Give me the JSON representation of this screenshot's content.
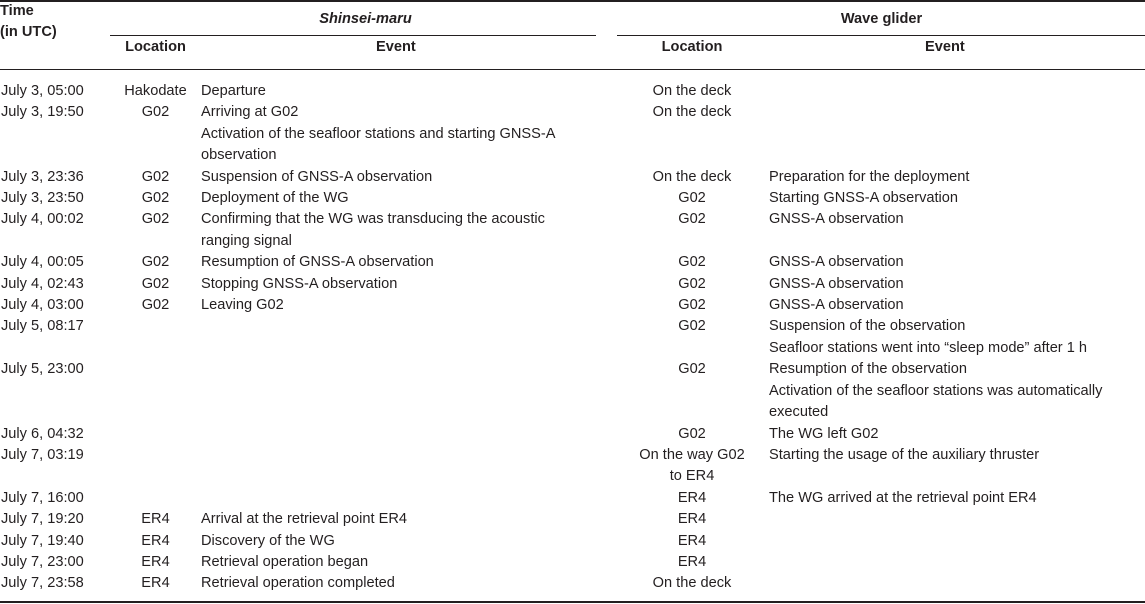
{
  "header": {
    "time": "Time",
    "time_unit": "(in UTC)",
    "ship": "Shinsei-maru",
    "wg": "Wave glider",
    "location": "Location",
    "event": "Event"
  },
  "rows": [
    {
      "time": "July 3, 05:00",
      "loc1": "Hakodate",
      "ev1": [
        "Departure"
      ],
      "loc2": [
        "On the deck"
      ],
      "ev2": []
    },
    {
      "time": "July 3, 19:50",
      "loc1": "G02",
      "ev1": [
        "Arriving at G02",
        "Activation of the seafloor stations and starting GNSS-A",
        "observation"
      ],
      "loc2": [
        "On the deck"
      ],
      "ev2": []
    },
    {
      "time": "July 3, 23:36",
      "loc1": "G02",
      "ev1": [
        "Suspension of GNSS-A observation"
      ],
      "loc2": [
        "On the deck"
      ],
      "ev2": [
        "Preparation for the deployment"
      ]
    },
    {
      "time": "July 3, 23:50",
      "loc1": "G02",
      "ev1": [
        "Deployment of the WG"
      ],
      "loc2": [
        "G02"
      ],
      "ev2": [
        "Starting GNSS-A observation"
      ]
    },
    {
      "time": "July 4, 00:02",
      "loc1": "G02",
      "ev1": [
        "Confirming that the WG was transducing the acoustic",
        "ranging signal"
      ],
      "loc2": [
        "G02"
      ],
      "ev2": [
        "GNSS-A observation"
      ]
    },
    {
      "time": "July 4, 00:05",
      "loc1": "G02",
      "ev1": [
        "Resumption of GNSS-A observation"
      ],
      "loc2": [
        "G02"
      ],
      "ev2": [
        "GNSS-A observation"
      ]
    },
    {
      "time": "July 4, 02:43",
      "loc1": "G02",
      "ev1": [
        "Stopping GNSS-A observation"
      ],
      "loc2": [
        "G02"
      ],
      "ev2": [
        "GNSS-A observation"
      ]
    },
    {
      "time": "July 4, 03:00",
      "loc1": "G02",
      "ev1": [
        "Leaving G02"
      ],
      "loc2": [
        "G02"
      ],
      "ev2": [
        "GNSS-A observation"
      ]
    },
    {
      "time": "July 5, 08:17",
      "loc1": "",
      "ev1": [],
      "loc2": [
        "G02"
      ],
      "ev2": [
        "Suspension of the observation",
        "Seafloor stations went into “sleep mode” after 1 h"
      ]
    },
    {
      "time": "July 5, 23:00",
      "loc1": "",
      "ev1": [],
      "loc2": [
        "G02"
      ],
      "ev2": [
        "Resumption of the observation",
        "Activation of the seafloor stations was automatically",
        "executed"
      ]
    },
    {
      "time": "July 6, 04:32",
      "loc1": "",
      "ev1": [],
      "loc2": [
        "G02"
      ],
      "ev2": [
        "The WG left G02"
      ]
    },
    {
      "time": "July 7, 03:19",
      "loc1": "",
      "ev1": [],
      "loc2": [
        "On the way G02",
        "to ER4"
      ],
      "ev2": [
        "Starting the usage of the auxiliary thruster"
      ]
    },
    {
      "time": "July 7, 16:00",
      "loc1": "",
      "ev1": [],
      "loc2": [
        "ER4"
      ],
      "ev2": [
        "The WG arrived at the retrieval point ER4"
      ]
    },
    {
      "time": "July 7, 19:20",
      "loc1": "ER4",
      "ev1": [
        "Arrival at the retrieval point ER4"
      ],
      "loc2": [
        "ER4"
      ],
      "ev2": []
    },
    {
      "time": "July 7, 19:40",
      "loc1": "ER4",
      "ev1": [
        "Discovery of the WG"
      ],
      "loc2": [
        "ER4"
      ],
      "ev2": []
    },
    {
      "time": "July 7, 23:00",
      "loc1": "ER4",
      "ev1": [
        "Retrieval operation began"
      ],
      "loc2": [
        "ER4"
      ],
      "ev2": []
    },
    {
      "time": "July 7, 23:58",
      "loc1": "ER4",
      "ev1": [
        "Retrieval operation completed"
      ],
      "loc2": [
        "On the deck"
      ],
      "ev2": []
    }
  ]
}
